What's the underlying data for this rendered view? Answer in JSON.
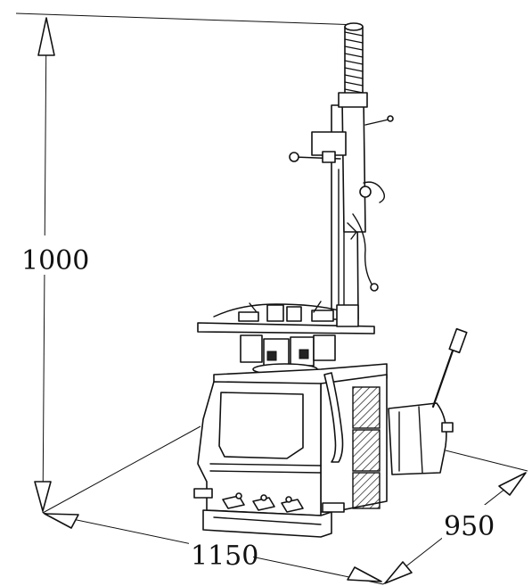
{
  "dimensions": {
    "height": "1000",
    "length": "1150",
    "depth": "950"
  },
  "colors": {
    "line": "#111111",
    "background": "#ffffff"
  }
}
